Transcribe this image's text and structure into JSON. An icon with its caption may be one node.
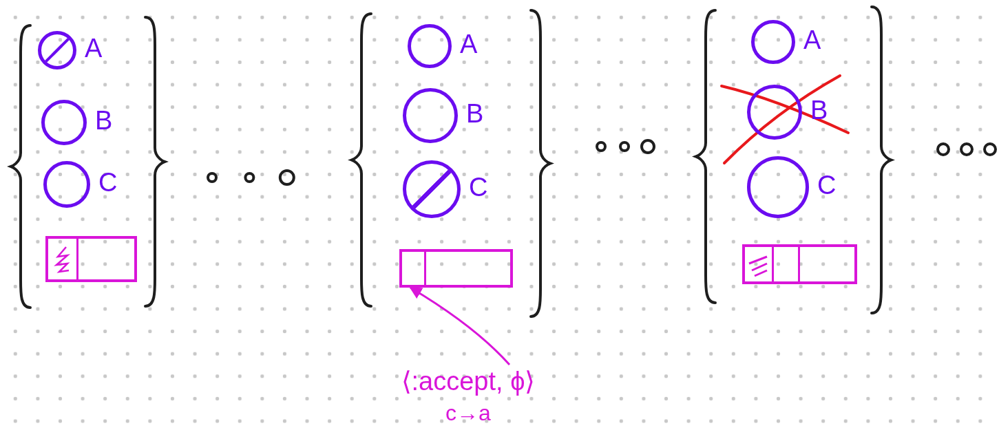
{
  "diagram": {
    "nodes": [
      {
        "text": [],
        "shape": "circle",
        "beside": [
          "A"
        ]
      },
      {
        "text": [],
        "shape": "circle",
        "beside": [
          "B"
        ]
      },
      {
        "text": [],
        "shape": "circle",
        "beside": [
          "C"
        ]
      },
      {
        "text": [],
        "shape": "bar"
      },
      {
        "text": [],
        "shape": "circle",
        "beside": [
          "A"
        ]
      },
      {
        "text": [],
        "shape": "circle",
        "beside": [
          "B"
        ]
      },
      {
        "text": [],
        "shape": "circle",
        "beside": [
          "C"
        ]
      },
      {
        "text": [],
        "shape": "bar"
      },
      {
        "text": [
          "⟨:accept, ϕ⟩",
          "c→a"
        ]
      },
      {
        "text": [],
        "shape": "circle",
        "beside": [
          "A"
        ]
      },
      {
        "text": [],
        "shape": "circle",
        "beside": [
          "B"
        ]
      },
      {
        "text": [],
        "shape": "circle",
        "beside": [
          "C"
        ]
      },
      {
        "text": [],
        "shape": "bar"
      }
    ],
    "edges": [
      {
        "from": 8,
        "to": 7,
        "arrow": "to"
      }
    ]
  }
}
